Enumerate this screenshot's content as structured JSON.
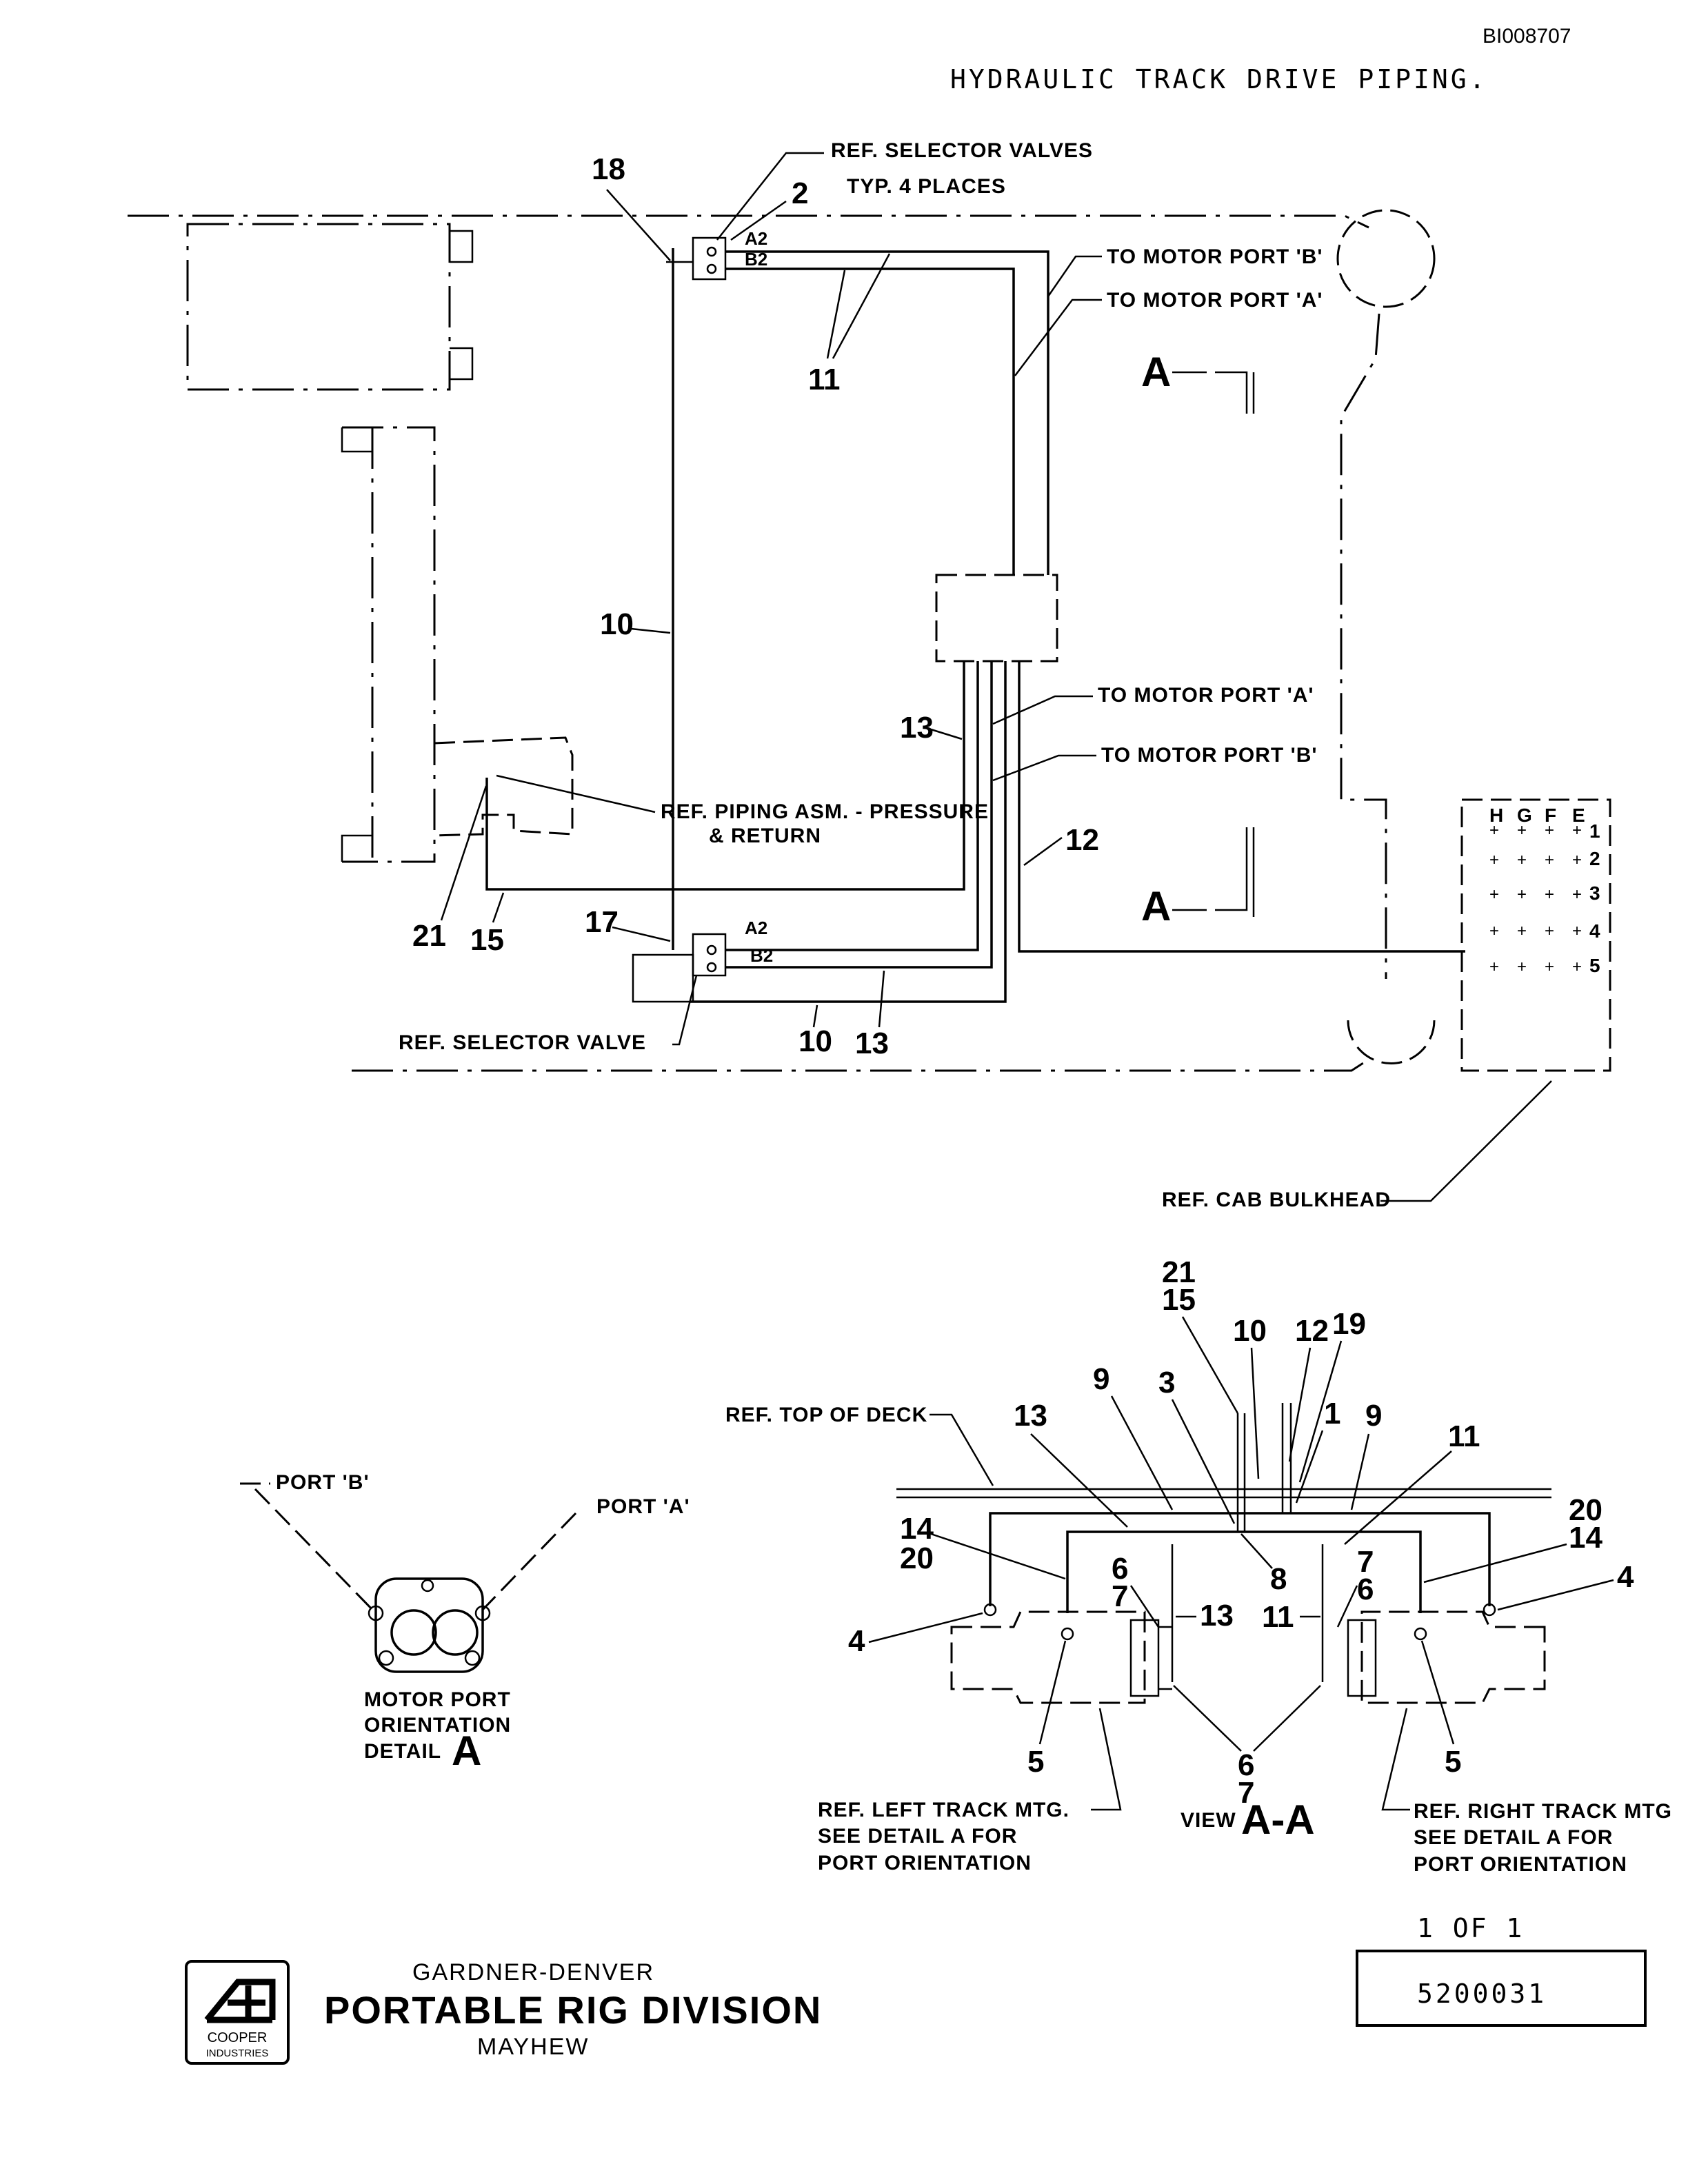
{
  "doc_id": "BI008707",
  "title": "HYDRAULIC TRACK DRIVE PIPING.",
  "plan": {
    "ref_selector_valves": "REF. SELECTOR VALVES",
    "typ_4_places": "TYP. 4 PLACES",
    "to_motor_port_b_top": "TO MOTOR PORT 'B'",
    "to_motor_port_a_top": "TO MOTOR PORT 'A'",
    "to_motor_port_a_mid": "TO MOTOR PORT 'A'",
    "to_motor_port_b_mid": "TO MOTOR PORT 'B'",
    "ref_piping_line1": "REF. PIPING ASM. - PRESSURE",
    "ref_piping_line2": "& RETURN",
    "ref_selector_valve": "REF. SELECTOR VALVE",
    "ref_cab_bulkhead": "REF. CAB BULKHEAD",
    "port_a2_top": "A2",
    "port_b2_top": "B2",
    "port_a2_bottom": "A2",
    "port_b2_bottom": "B2",
    "section_marker": "A",
    "callouts": {
      "n18": "18",
      "n2": "2",
      "n11": "11",
      "n10_left": "10",
      "n13_mid": "13",
      "n12": "12",
      "n21": "21",
      "n15": "15",
      "n17": "17",
      "n10_bottom": "10",
      "n13_bottom": "13"
    },
    "grid": {
      "columns": [
        "H",
        "G",
        "F",
        "E"
      ],
      "rows": [
        "1",
        "2",
        "3",
        "4",
        "5"
      ]
    }
  },
  "detail": {
    "port_b": "PORT 'B'",
    "port_a": "PORT 'A'",
    "caption_line1": "MOTOR PORT",
    "caption_line2": "ORIENTATION",
    "caption_line3": "DETAIL",
    "marker": "A"
  },
  "view_aa": {
    "ref_top_of_deck": "REF. TOP OF DECK",
    "ref_left_1": "REF. LEFT TRACK MTG.",
    "ref_left_2": "SEE DETAIL A FOR",
    "ref_left_3": "PORT ORIENTATION",
    "ref_right_1": "REF. RIGHT TRACK MTG",
    "ref_right_2": "SEE DETAIL A FOR",
    "ref_right_3": "PORT ORIENTATION",
    "view_label": "VIEW",
    "view_marker": "A-A",
    "callouts": {
      "n21": "21",
      "n15": "15",
      "n10": "10",
      "n12": "12",
      "n19": "19",
      "n9_left": "9",
      "n3": "3",
      "n1": "1",
      "n9_right": "9",
      "n13_top": "13",
      "n11_top": "11",
      "n14_left": "14",
      "n20_left": "20",
      "n20_right": "20",
      "n14_right": "14",
      "n6_left": "6",
      "n7_left": "7",
      "n13_mid": "13",
      "n8": "8",
      "n11_mid": "11",
      "n7_right": "7",
      "n6_right": "6",
      "n4_left": "4",
      "n4_right": "4",
      "n5_left": "5",
      "n5_right": "5",
      "n6_bottom": "6",
      "n7_bottom": "7"
    }
  },
  "title_block": {
    "sheet": "1 OF 1",
    "drawing_number": "5200031",
    "company_line1": "GARDNER-DENVER",
    "company_line2": "PORTABLE RIG DIVISION",
    "company_line3": "MAYHEW",
    "logo_text_1": "COOPER",
    "logo_text_2": "INDUSTRIES"
  }
}
